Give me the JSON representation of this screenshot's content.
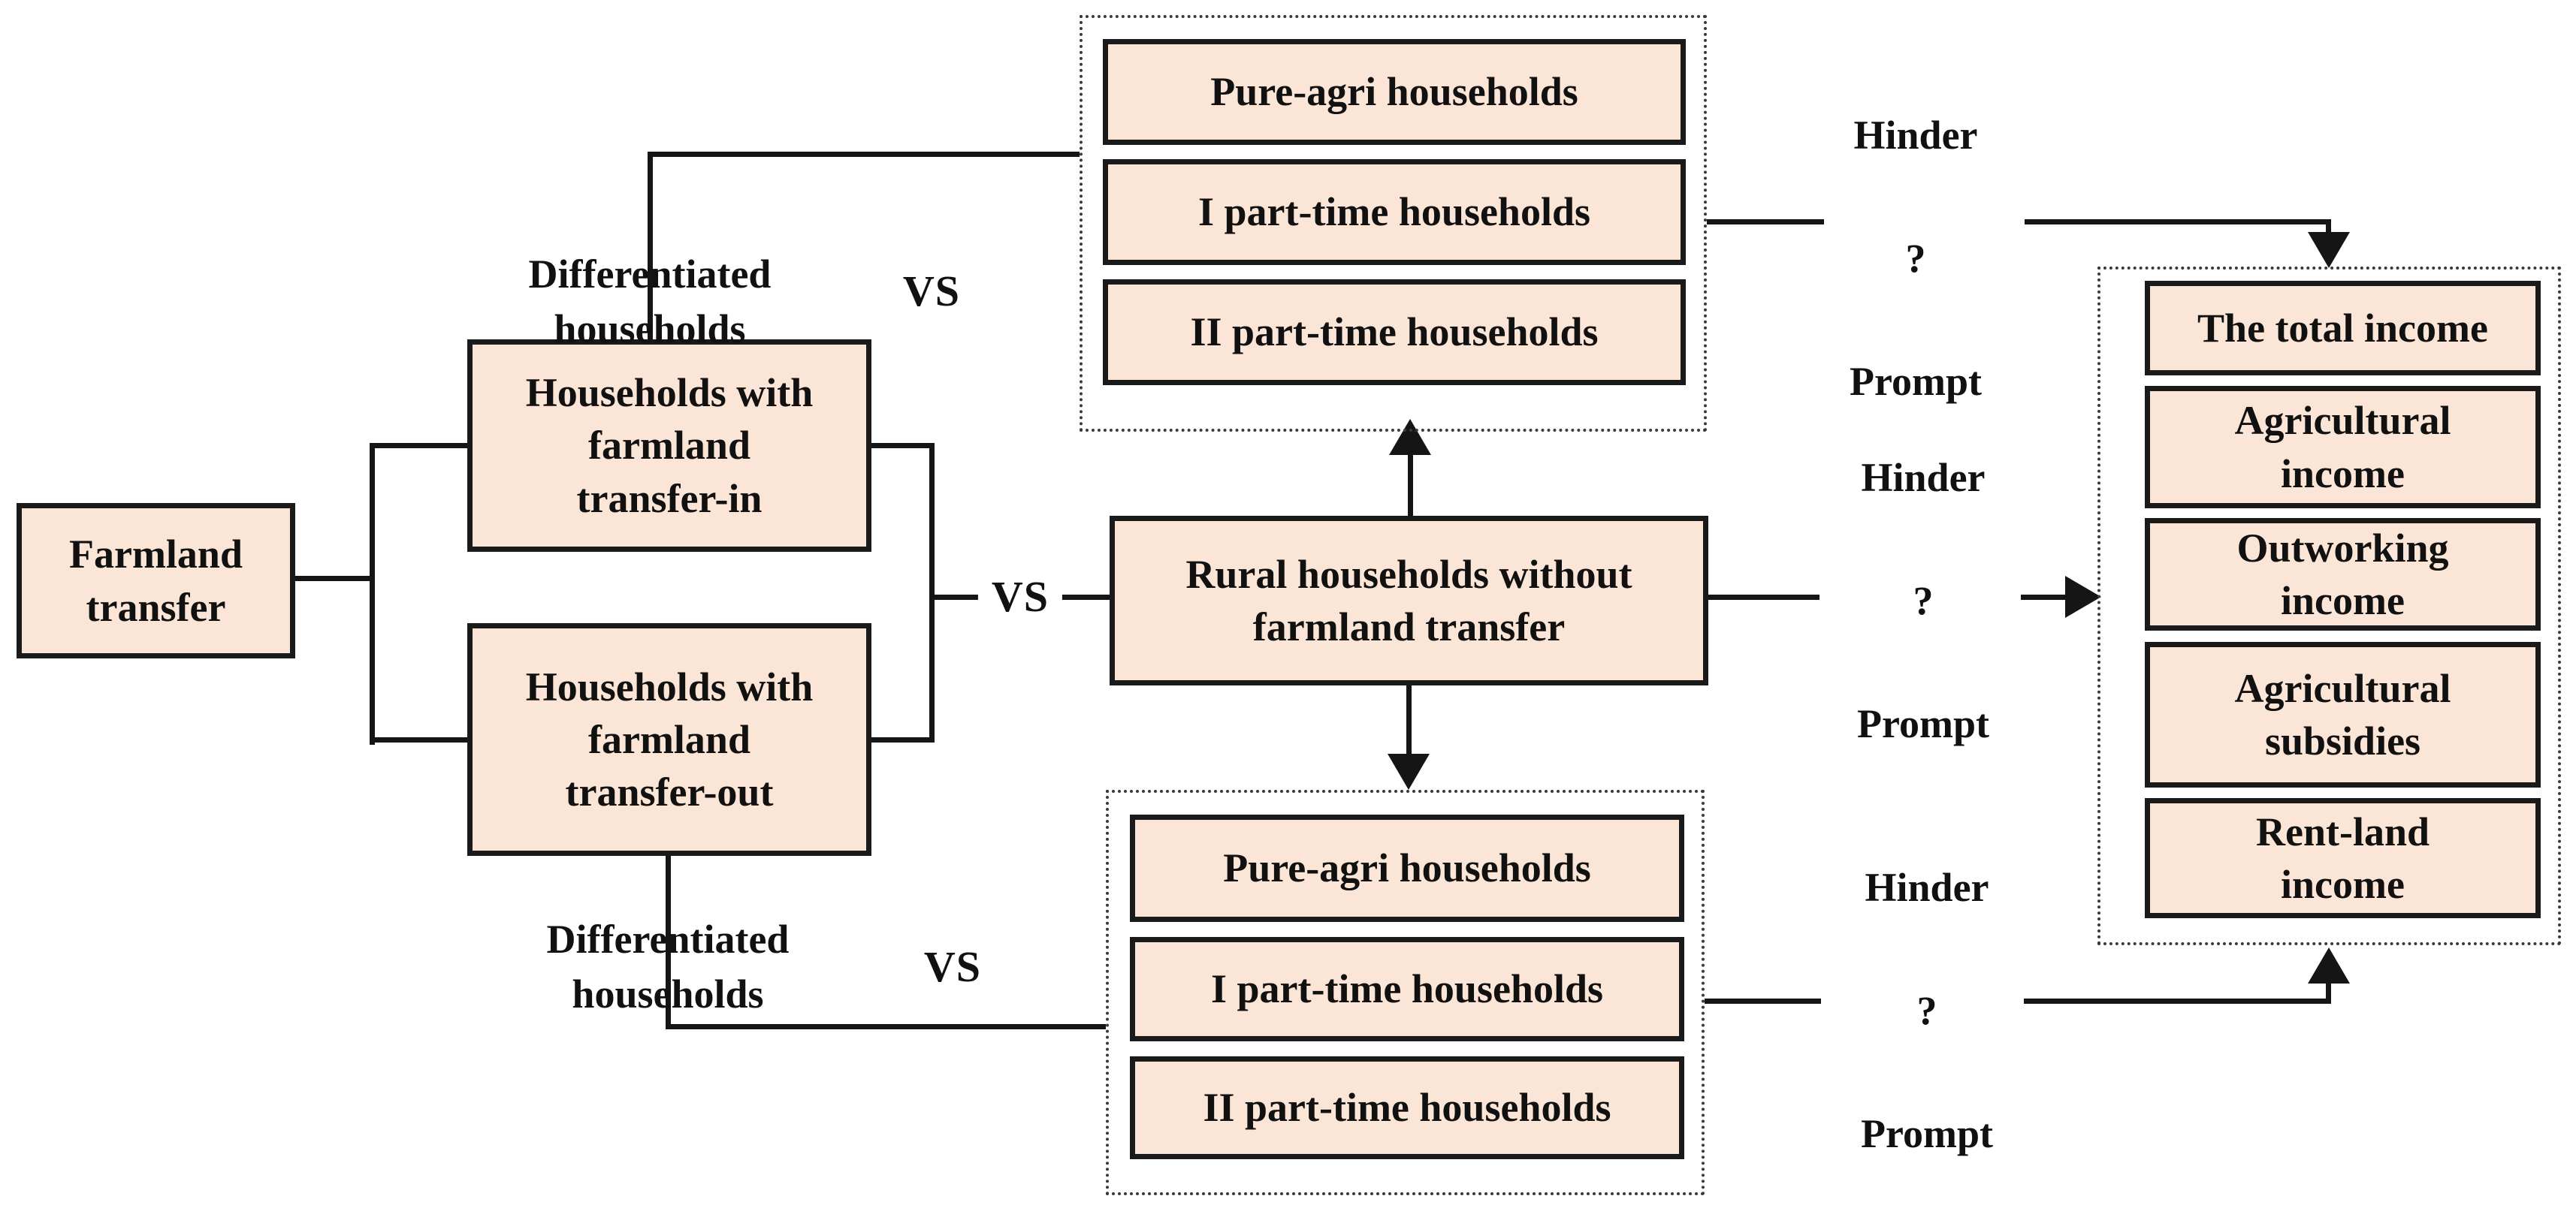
{
  "diagram": {
    "colors": {
      "box_fill": "#FBE5D6",
      "box_border": "#1a1a1a",
      "line": "#151515",
      "text": "#111111"
    },
    "nodes": {
      "farmland": "Farmland\ntransfer",
      "transfer_in": "Households with\nfarmland\ntransfer-in",
      "transfer_out": "Households with\nfarmland\ntransfer-out",
      "no_transfer": "Rural households without\nfarmland transfer"
    },
    "labels": {
      "differentiated": "Differentiated\nhouseholds",
      "vs": "VS",
      "hinder_prompt": [
        "Hinder",
        "?",
        "Prompt"
      ]
    },
    "top_group": {
      "items": [
        "Pure-agri households",
        "I part-time households",
        "II part-time households"
      ]
    },
    "bottom_group": {
      "items": [
        "Pure-agri households",
        "I part-time households",
        "II part-time households"
      ]
    },
    "income_group": {
      "items": [
        "The total income",
        "Agricultural\nincome",
        "Outworking\nincome",
        "Agricultural\nsubsidies",
        "Rent-land\nincome"
      ]
    }
  }
}
